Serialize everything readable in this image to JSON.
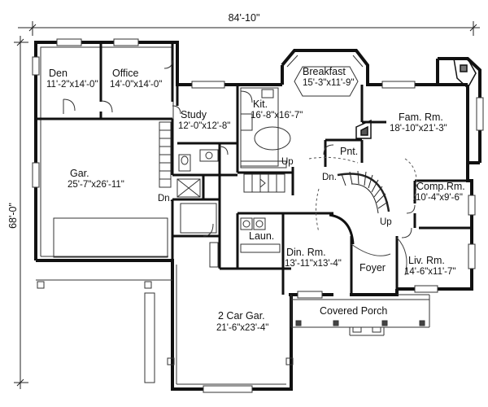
{
  "overall": {
    "width": "84'-10\"",
    "depth": "68'-0\""
  },
  "rooms": {
    "den": {
      "name": "Den",
      "dim": "11'-2\"x14'-0\""
    },
    "office": {
      "name": "Office",
      "dim": "14'-0\"x14'-0\""
    },
    "breakfast": {
      "name": "Breakfast",
      "dim": "15'-3\"x11'-9\""
    },
    "study": {
      "name": "Study",
      "dim": "12'-0\"x12'-8\""
    },
    "kitchen": {
      "name": "Kit.",
      "dim": "16'-8\"x16'-7\""
    },
    "family": {
      "name": "Fam. Rm.",
      "dim": "18'-10\"x21'-3\""
    },
    "garage_large": {
      "name": "Gar.",
      "dim": "25'-7\"x26'-11\""
    },
    "computer": {
      "name": "Comp.Rm.",
      "dim": "10'-4\"x9'-6\""
    },
    "dining": {
      "name": "Din. Rm.",
      "dim": "13'-11\"x13'-4\""
    },
    "living": {
      "name": "Liv. Rm.",
      "dim": "14'-6\"x11'-7\""
    },
    "garage_2car": {
      "name": "2 Car Gar.",
      "dim": "21'-6\"x23'-4\""
    },
    "laundry": {
      "name": "Laun."
    },
    "pantry": {
      "name": "Pnt."
    },
    "foyer": {
      "name": "Foyer"
    },
    "porch": {
      "name": "Covered Porch"
    }
  },
  "stair_labels": {
    "up_kitchen": "Up",
    "dn_garage": "Dn.",
    "dn_hall": "Dn.",
    "up_foyer": "Up"
  }
}
